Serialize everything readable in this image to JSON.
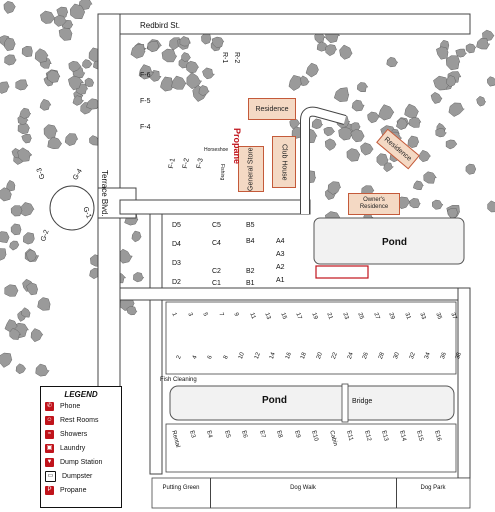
{
  "streets": {
    "redbird": "Redbird St.",
    "terrace": "Terrace Blvd."
  },
  "buildings": {
    "residence": "Residence",
    "owners_residence_rotated": "Residence",
    "owners_residence": "Owner's Residence",
    "propane": "Propane",
    "general_store": "General Store",
    "club_house": "Club House",
    "horseshoe": "Horseshoe",
    "fishing": "Fishing"
  },
  "ponds": {
    "upper": "Pond",
    "lower": "Pond"
  },
  "features": {
    "fish_cleaning": "Fish Cleaning",
    "bridge": "Bridge"
  },
  "site_labels": {
    "r": [
      "R-1",
      "R-2"
    ],
    "f_left": [
      "F-6",
      "F-5",
      "F-4"
    ],
    "f_angled": [
      "F-1",
      "F-2",
      "F-3"
    ],
    "g": [
      "G-1",
      "G-2",
      "G-3",
      "G-4"
    ],
    "d": [
      "D5",
      "D4",
      "D3",
      "D2"
    ],
    "c": [
      "C5",
      "C4",
      "C2",
      "C1"
    ],
    "b": [
      "B5",
      "B4",
      "B2",
      "B1"
    ],
    "a": [
      "A4",
      "A3",
      "A2",
      "A1"
    ],
    "row_top": [
      "1",
      "3",
      "5",
      "7",
      "9",
      "11",
      "13",
      "15",
      "17",
      "19",
      "21",
      "23",
      "25",
      "27",
      "29",
      "31",
      "33",
      "35",
      "37"
    ],
    "row_bottom": [
      "2",
      "4",
      "6",
      "8",
      "10",
      "12",
      "14",
      "16",
      "18",
      "20",
      "22",
      "24",
      "26",
      "28",
      "30",
      "32",
      "34",
      "36",
      "38"
    ],
    "e": [
      "Rental",
      "E3",
      "E4",
      "E5",
      "E6",
      "E7",
      "E8",
      "E9",
      "E10",
      "Cabin",
      "E11",
      "E12",
      "E13",
      "E14",
      "E15",
      "E16"
    ]
  },
  "bottom_areas": [
    "Putting Green",
    "Dog Walk",
    "Dog Park"
  ],
  "legend": {
    "title": "LEGEND",
    "items": [
      {
        "label": "Phone",
        "icon": "phone-icon"
      },
      {
        "label": "Rest Rooms",
        "icon": "restroom-icon"
      },
      {
        "label": "Showers",
        "icon": "shower-icon"
      },
      {
        "label": "Laundry",
        "icon": "laundry-icon"
      },
      {
        "label": "Dump Station",
        "icon": "dump-station-icon"
      },
      {
        "label": "Dumpster",
        "icon": "dumpster-icon"
      },
      {
        "label": "Propane",
        "icon": "propane-icon"
      }
    ]
  },
  "colors": {
    "road": "#ffffff",
    "road_edge": "#444444",
    "tree": "#9a9a9a",
    "building": "#f4d9c4",
    "building_edge": "#c45a3a",
    "pond": "#f2f2f2",
    "accent_red": "#c0131b"
  }
}
